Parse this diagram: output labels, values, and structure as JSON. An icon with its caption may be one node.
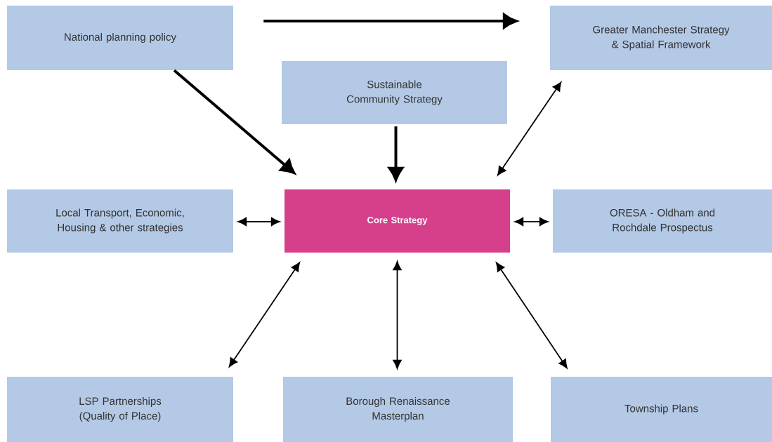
{
  "diagram": {
    "nodes": [
      {
        "text": [
          "National planning policy"
        ]
      },
      {
        "text": [
          "Greater Manchester Strategy & Spatial Framework"
        ]
      },
      {
        "text": [
          "Sustainable Community Strategy"
        ]
      },
      {
        "text": [
          "Local Transport, Economic, Housing & other strategies"
        ]
      },
      {
        "text": [
          "Core Strategy"
        ]
      },
      {
        "text": [
          "ORESA - Oldham and Rochdale Prospectus"
        ]
      },
      {
        "text": [
          "LSP Partnerships (Quality of Place)"
        ]
      },
      {
        "text": [
          "Borough Renaissance Masterplan"
        ]
      },
      {
        "text": [
          "Township Plans"
        ]
      }
    ],
    "edges": [
      {
        "from": 0,
        "to": 1,
        "arrow": "to",
        "style": "thick"
      },
      {
        "from": 0,
        "to": 4,
        "arrow": "to",
        "style": "thick"
      },
      {
        "from": 2,
        "to": 4,
        "arrow": "to",
        "style": "thick"
      },
      {
        "from": 1,
        "to": 4,
        "arrow": "both"
      },
      {
        "from": 3,
        "to": 4,
        "arrow": "both"
      },
      {
        "from": 4,
        "to": 5,
        "arrow": "both"
      },
      {
        "from": 4,
        "to": 6,
        "arrow": "both"
      },
      {
        "from": 4,
        "to": 7,
        "arrow": "both"
      },
      {
        "from": 4,
        "to": 8,
        "arrow": "both"
      }
    ]
  }
}
